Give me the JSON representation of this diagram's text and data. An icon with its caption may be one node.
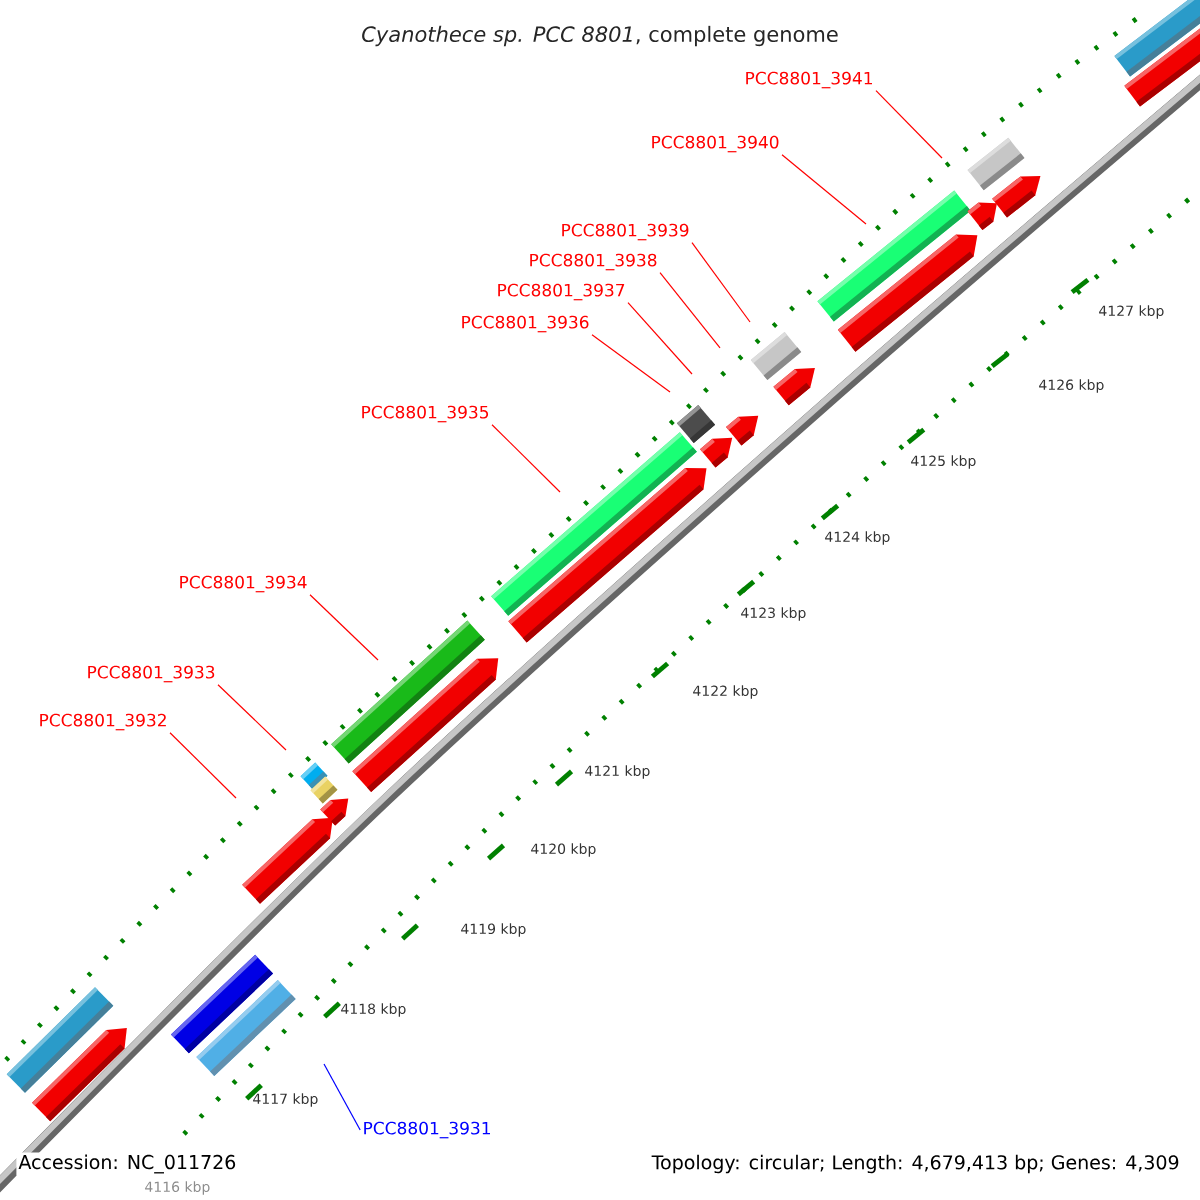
{
  "diagram": {
    "title": "*Cyanothece sp. PCC 8801*, complete genome",
    "nodes": [
      {
        "text": [
          "PCC8801_3941"
        ]
      },
      {
        "text": [
          "PCC8801_3940"
        ]
      },
      {
        "text": [
          "PCC8801_3939"
        ]
      },
      {
        "text": [
          "PCC8801_3938"
        ]
      },
      {
        "text": [
          "PCC8801_3937"
        ]
      },
      {
        "text": [
          "PCC8801_3936"
        ]
      },
      {
        "text": [
          "PCC8801_3935"
        ]
      },
      {
        "text": [
          "PCC8801_3934"
        ]
      },
      {
        "text": [
          "PCC8801_3933"
        ]
      },
      {
        "text": [
          "PCC8801_3932"
        ]
      },
      {
        "text": [
          "PCC8801_3931"
        ]
      }
    ],
    "edges": [
      {
        "from": 0,
        "to": null,
        "arrow": "none"
      },
      {
        "from": 1,
        "to": null,
        "arrow": "none"
      },
      {
        "from": 2,
        "to": null,
        "arrow": "none"
      },
      {
        "from": 3,
        "to": null,
        "arrow": "none"
      },
      {
        "from": 4,
        "to": null,
        "arrow": "none"
      },
      {
        "from": 5,
        "to": null,
        "arrow": "none"
      },
      {
        "from": 6,
        "to": null,
        "arrow": "none"
      },
      {
        "from": 7,
        "to": null,
        "arrow": "none"
      },
      {
        "from": 8,
        "to": null,
        "arrow": "none"
      },
      {
        "from": 9,
        "to": null,
        "arrow": "none"
      },
      {
        "from": 10,
        "to": null,
        "arrow": "none",
        "color": "#0000ff"
      }
    ],
    "labels": [
      "4127 kbp",
      "4126 kbp",
      "4125 kbp",
      "4124 kbp",
      "4123 kbp",
      "4122 kbp",
      "4121 kbp",
      "4120 kbp",
      "4119 kbp",
      "4118 kbp",
      "4117 kbp",
      "Accession: NC_011726",
      "4116 kbp",
      "Topology: circular; Length: 4,679,413 bp; Genes: 4,309"
    ]
  }
}
